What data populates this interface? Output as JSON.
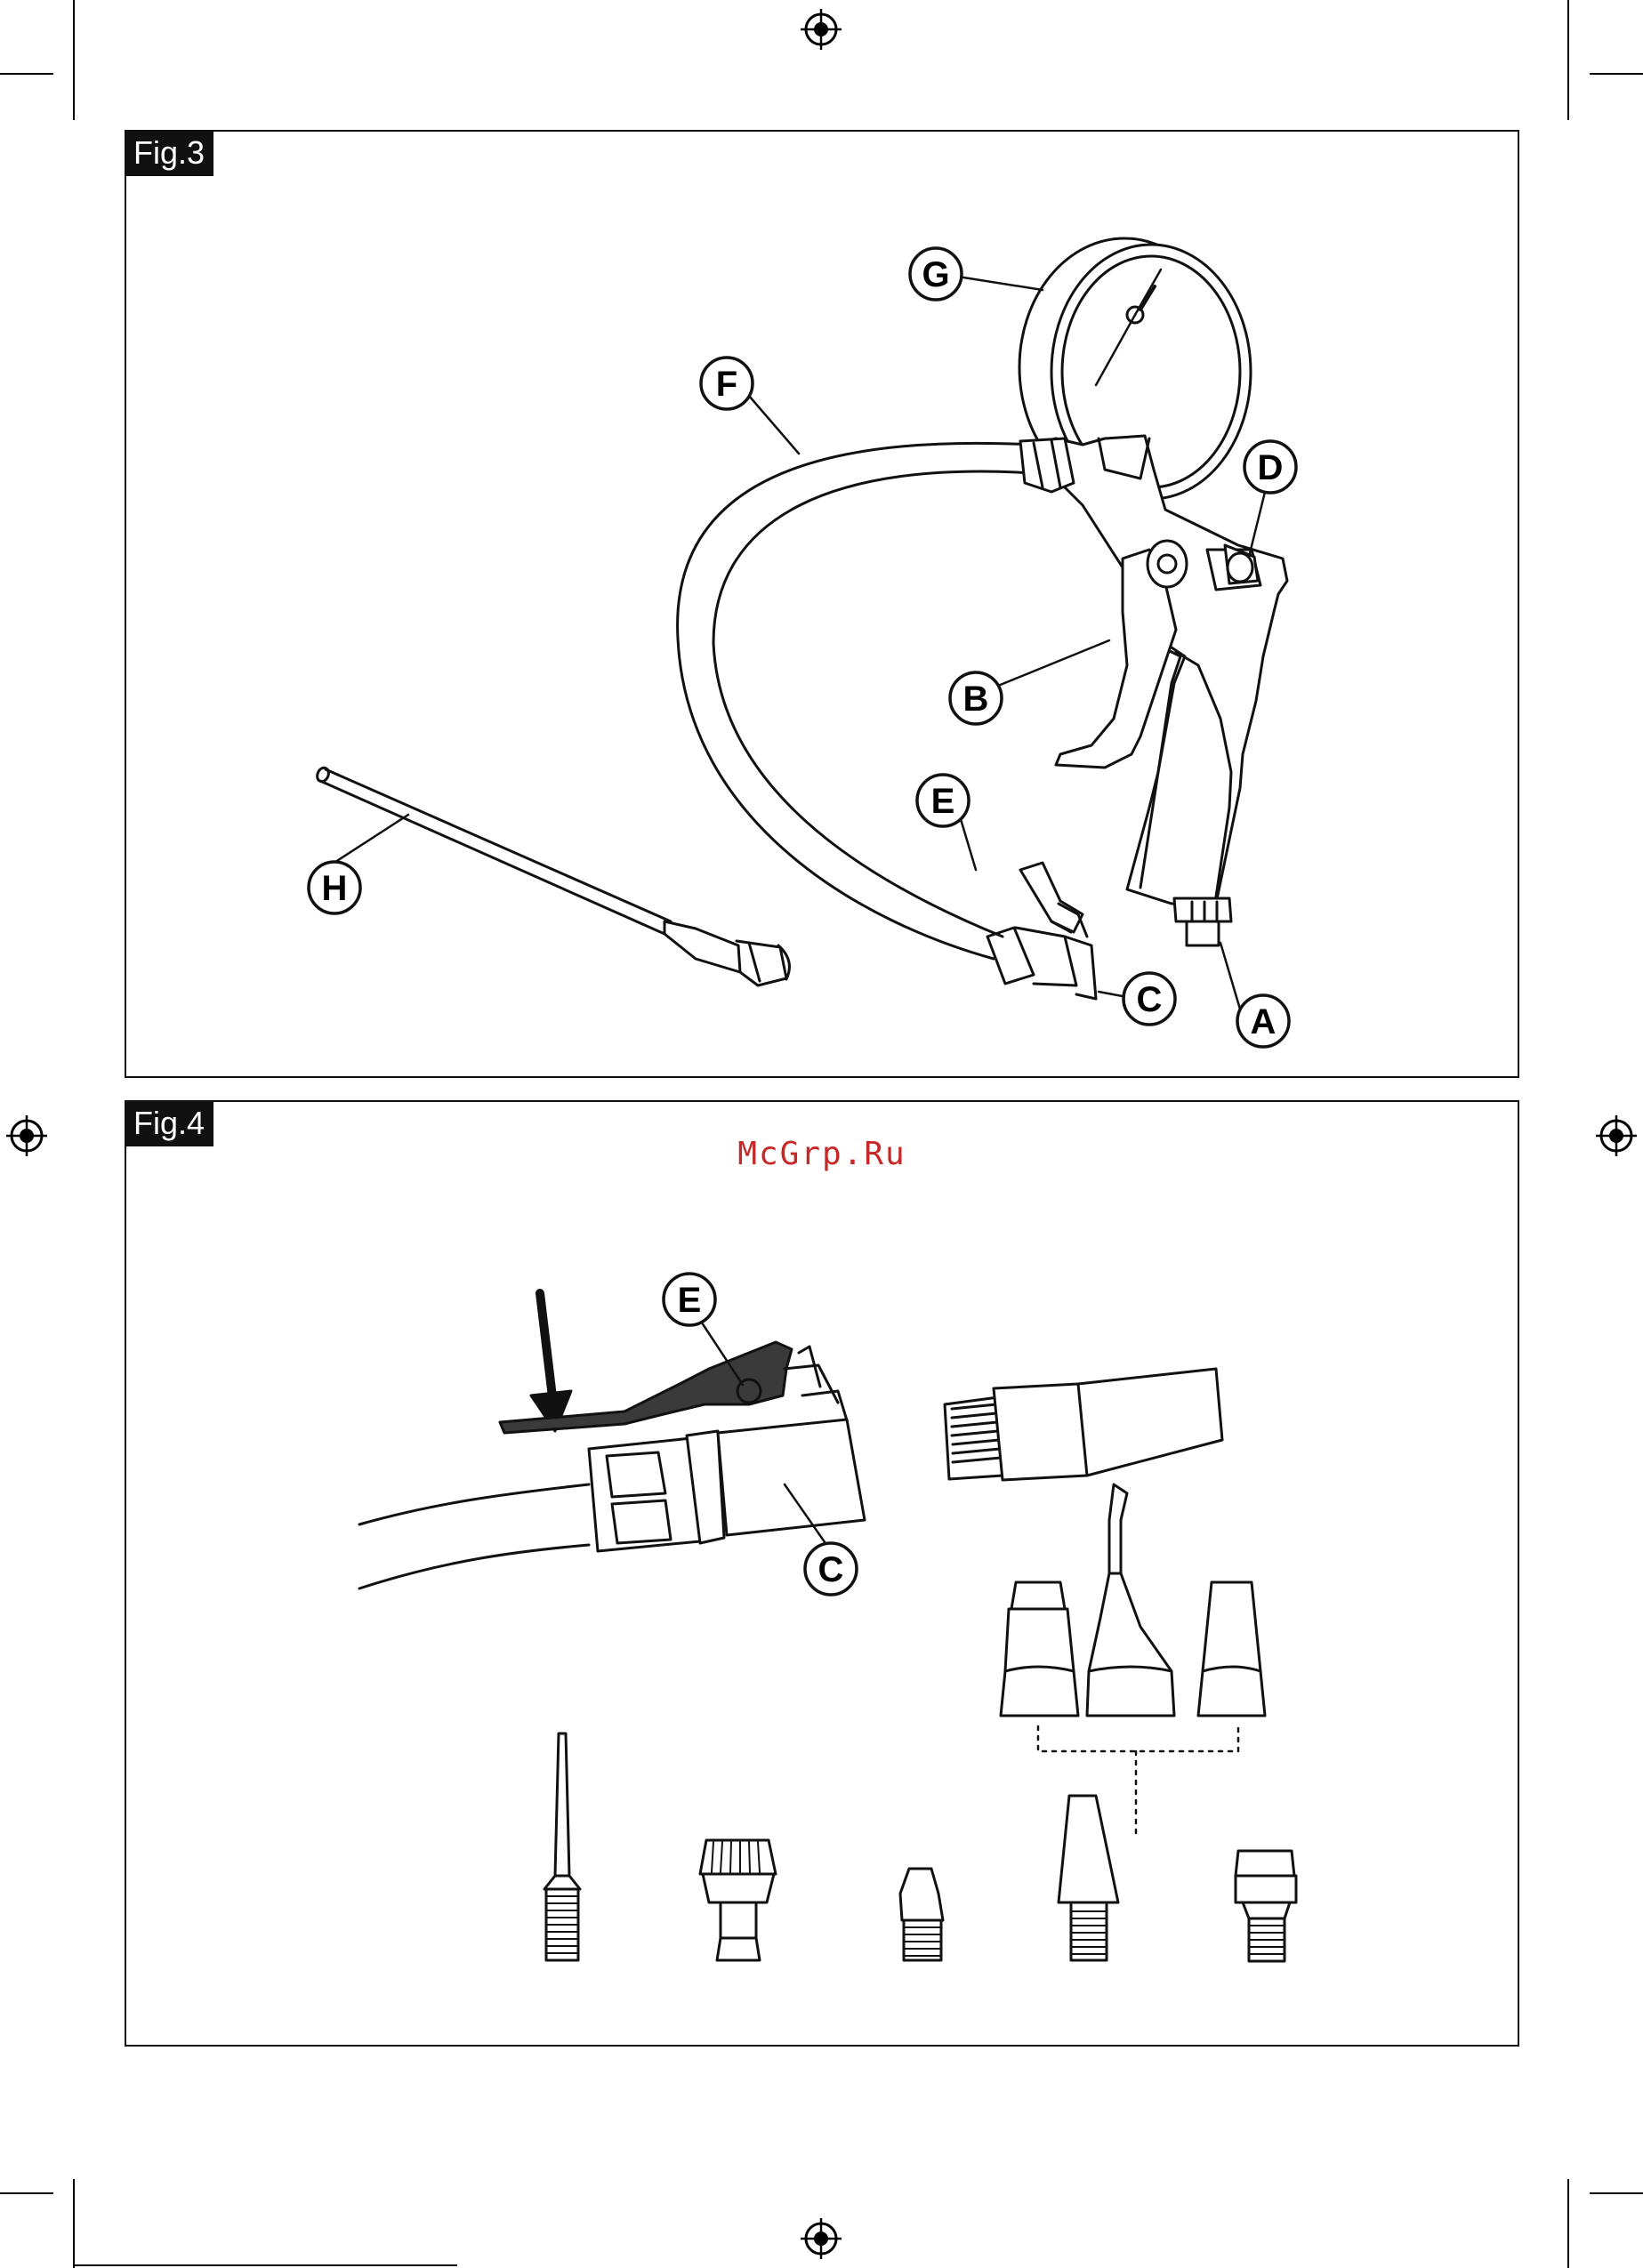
{
  "page": {
    "watermark": "McGrp.Ru"
  },
  "fig3": {
    "tag": "Fig.3",
    "labels": {
      "a": "A",
      "b": "B",
      "c": "C",
      "d": "D",
      "e": "E",
      "f": "F",
      "g": "G",
      "h": "H"
    }
  },
  "fig4": {
    "tag": "Fig.4",
    "labels": {
      "c": "C",
      "e": "E"
    }
  }
}
